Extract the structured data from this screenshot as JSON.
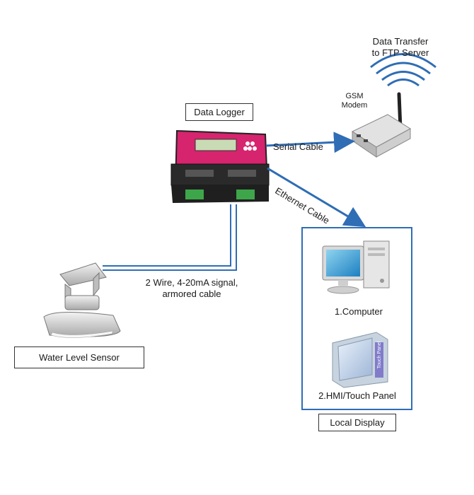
{
  "title": {
    "line1": "Data Transfer",
    "line2": "to FTP Server"
  },
  "modem": {
    "line1": "GSM",
    "line2": "Modem"
  },
  "data_logger": "Data Logger",
  "serial_cable": "Serial Cable",
  "ethernet_cable": "Ethernet Cable",
  "sensor_cable": {
    "line1": "2 Wire, 4-20mA signal,",
    "line2": "armored cable"
  },
  "water_level_sensor": "Water Level Sensor",
  "local_display": {
    "label": "Local Display",
    "computer": "1.Computer",
    "hmi": "2.HMI/Touch Panel",
    "panel_text": "Touch Panel"
  },
  "colors": {
    "cable": "#2f6db5",
    "logger_body": "#d6246e",
    "logger_frame": "#222222",
    "display_border": "#2f6db5"
  }
}
